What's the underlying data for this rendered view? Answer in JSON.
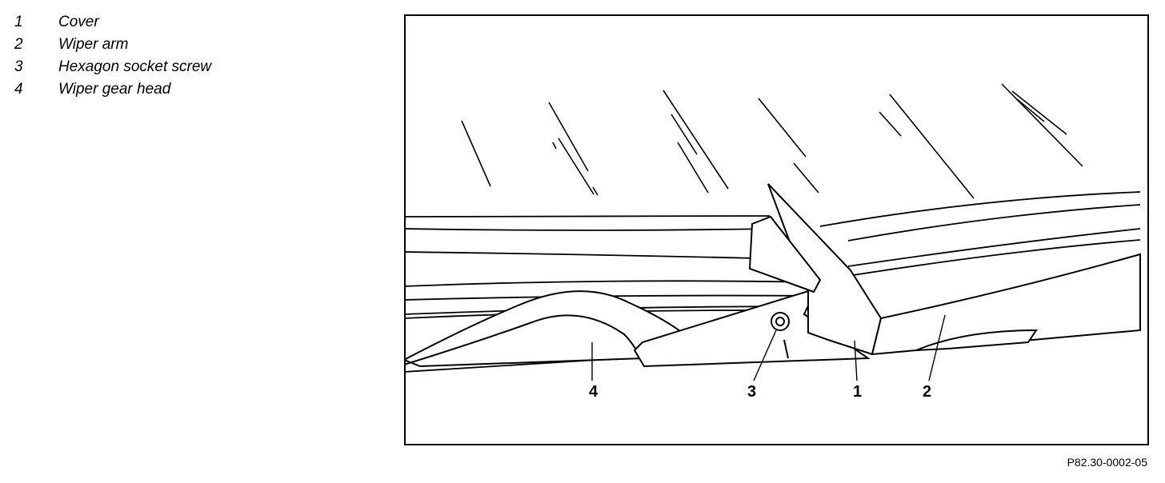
{
  "legend": [
    {
      "number": "1",
      "label": "Cover"
    },
    {
      "number": "2",
      "label": "Wiper arm"
    },
    {
      "number": "3",
      "label": "Hexagon socket screw"
    },
    {
      "number": "4",
      "label": "Wiper gear head"
    }
  ],
  "callouts": {
    "c1": "1",
    "c2": "2",
    "c3": "3",
    "c4": "4"
  },
  "figure_code": "P82.30-0002-05"
}
